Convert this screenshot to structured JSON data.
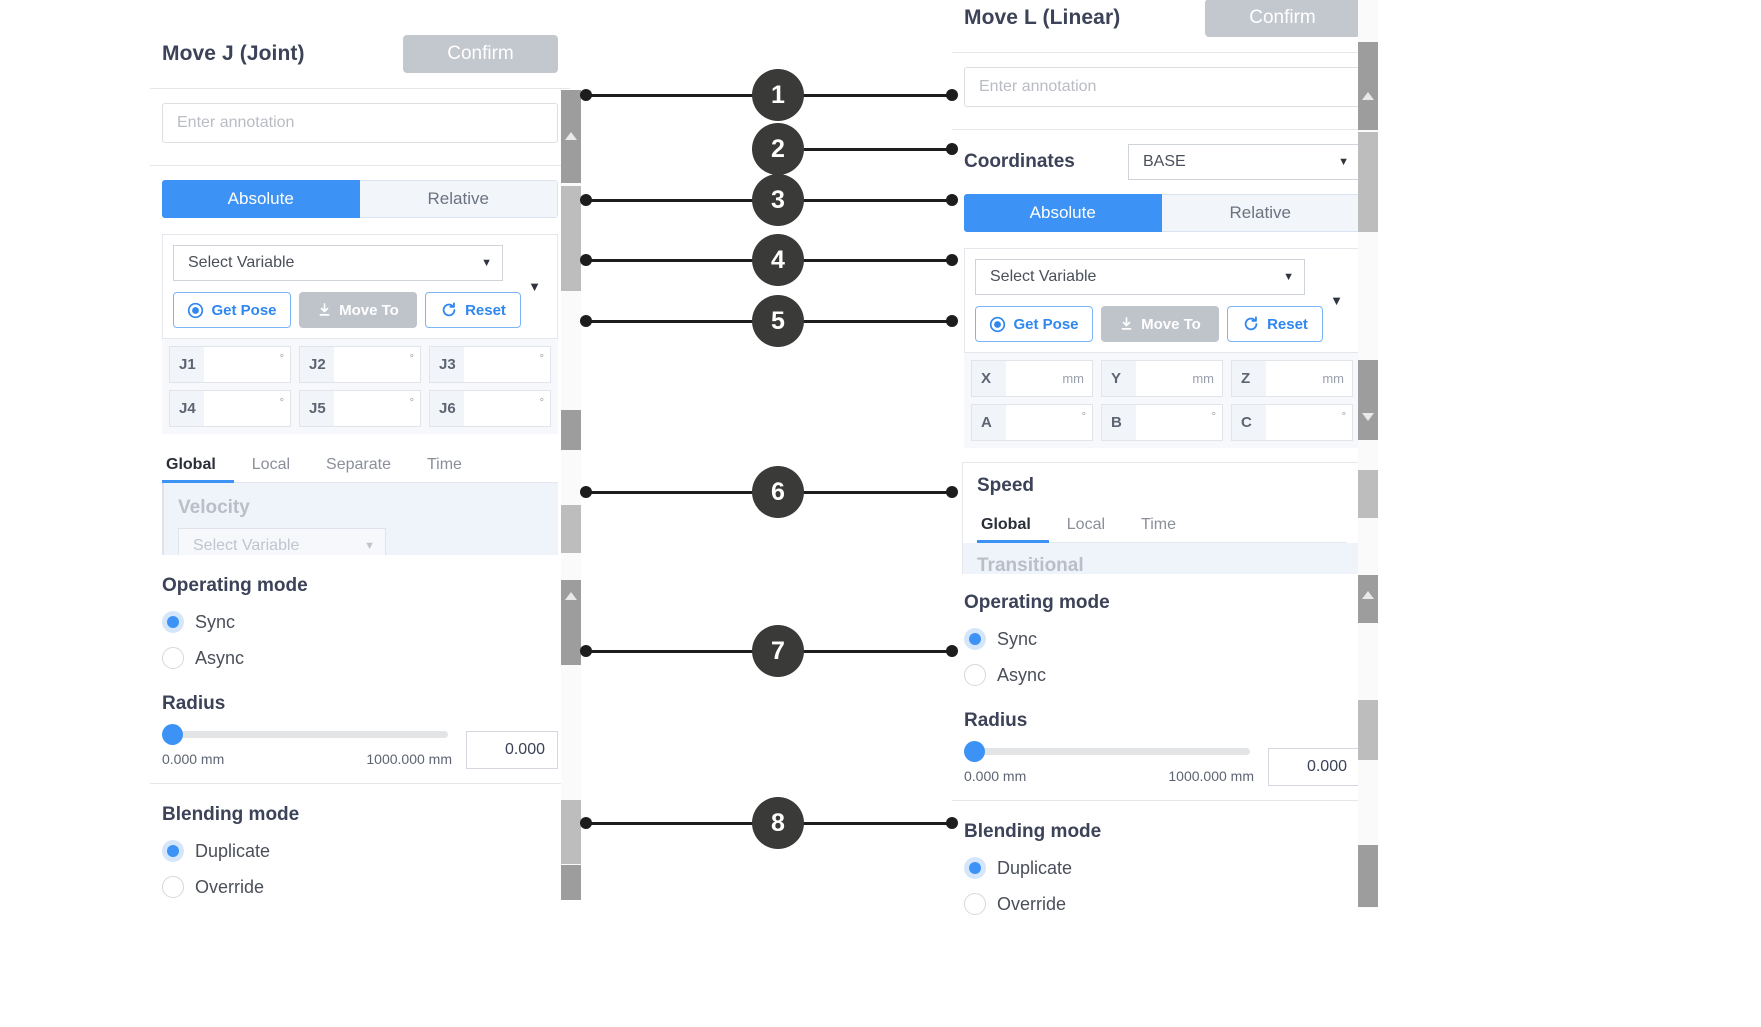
{
  "left_panel": {
    "title": "Move J (Joint)",
    "confirm_label": "Confirm",
    "annotation_placeholder": "Enter annotation",
    "annotation_value": "",
    "mode_tabs": {
      "absolute": "Absolute",
      "relative": "Relative"
    },
    "variable_select": "Select Variable",
    "buttons": {
      "get_pose": "Get Pose",
      "move_to": "Move To",
      "reset": "Reset"
    },
    "joint_fields": [
      {
        "label": "J1",
        "value": "",
        "unit": "°"
      },
      {
        "label": "J2",
        "value": "",
        "unit": "°"
      },
      {
        "label": "J3",
        "value": "",
        "unit": "°"
      },
      {
        "label": "J4",
        "value": "",
        "unit": "°"
      },
      {
        "label": "J5",
        "value": "",
        "unit": "°"
      },
      {
        "label": "J6",
        "value": "",
        "unit": "°"
      }
    ],
    "speed_tabs": [
      "Global",
      "Local",
      "Separate",
      "Time"
    ],
    "speed_active_tab": "Global",
    "velocity_label": "Velocity",
    "velocity_select": "Select Variable",
    "operating_mode": {
      "label": "Operating mode",
      "options": [
        "Sync",
        "Async"
      ],
      "selected": "Sync"
    },
    "radius": {
      "label": "Radius",
      "min_label": "0.000 mm",
      "max_label": "1000.000 mm",
      "value": "0.000"
    },
    "blending_mode": {
      "label": "Blending mode",
      "options": [
        "Duplicate",
        "Override"
      ],
      "selected": "Duplicate"
    }
  },
  "right_panel": {
    "title": "Move L (Linear)",
    "confirm_label": "Confirm",
    "annotation_placeholder": "Enter annotation",
    "annotation_value": "",
    "coordinates_label": "Coordinates",
    "coordinates_value": "BASE",
    "mode_tabs": {
      "absolute": "Absolute",
      "relative": "Relative"
    },
    "variable_select": "Select Variable",
    "buttons": {
      "get_pose": "Get Pose",
      "move_to": "Move To",
      "reset": "Reset"
    },
    "pose_fields": [
      {
        "label": "X",
        "value": "",
        "unit": "mm"
      },
      {
        "label": "Y",
        "value": "",
        "unit": "mm"
      },
      {
        "label": "Z",
        "value": "",
        "unit": "mm"
      },
      {
        "label": "A",
        "value": "",
        "unit": "°"
      },
      {
        "label": "B",
        "value": "",
        "unit": "°"
      },
      {
        "label": "C",
        "value": "",
        "unit": "°"
      }
    ],
    "speed_title": "Speed",
    "speed_tabs": [
      "Global",
      "Local",
      "Time"
    ],
    "speed_active_tab": "Global",
    "transitional_label": "Transitional",
    "operating_mode": {
      "label": "Operating mode",
      "options": [
        "Sync",
        "Async"
      ],
      "selected": "Sync"
    },
    "radius": {
      "label": "Radius",
      "min_label": "0.000 mm",
      "max_label": "1000.000 mm",
      "value": "0.000"
    },
    "blending_mode": {
      "label": "Blending mode",
      "options": [
        "Duplicate",
        "Override"
      ],
      "selected": "Duplicate"
    }
  },
  "callouts": [
    {
      "number": "1"
    },
    {
      "number": "2"
    },
    {
      "number": "3"
    },
    {
      "number": "4"
    },
    {
      "number": "5"
    },
    {
      "number": "6"
    },
    {
      "number": "7"
    },
    {
      "number": "8"
    }
  ],
  "colors": {
    "accent": "#3d93f5",
    "disabled_gray": "#bfc3ca",
    "callout_circle": "#3a3a38",
    "text_dark": "#3c4257"
  }
}
